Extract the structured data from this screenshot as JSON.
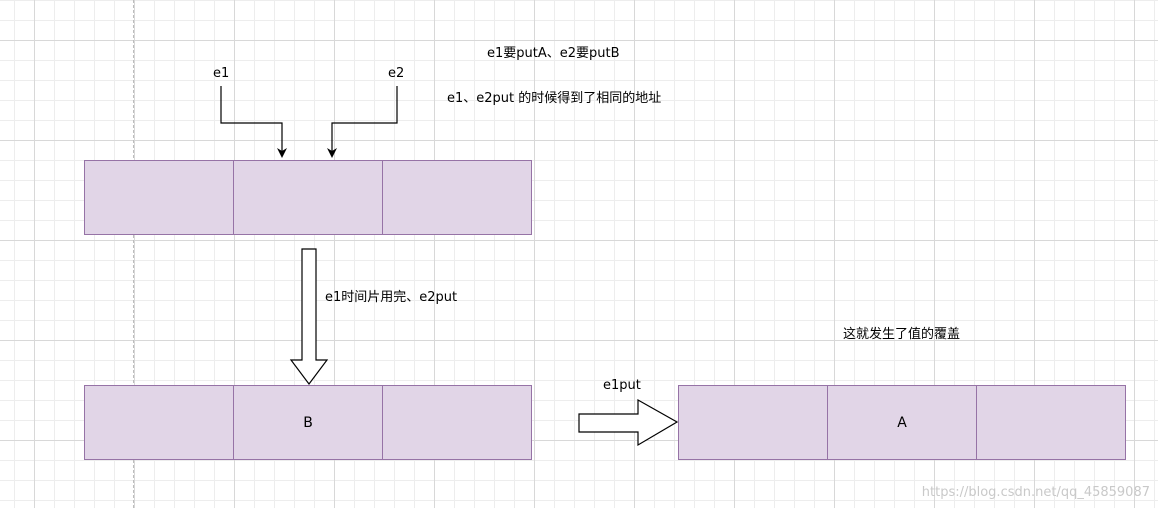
{
  "diagram": {
    "note_top": "e1要putA、e2要putB",
    "note_same_address": "e1、e2put 的时候得到了相同的地址",
    "label_e1": "e1",
    "label_e2": "e2",
    "step_label": "e1时间片用完、e2put",
    "arrow_label_e1put": "e1put",
    "result_note": "这就发生了值的覆盖",
    "array_initial": [
      "",
      "",
      ""
    ],
    "array_after_e2": [
      "",
      "B",
      ""
    ],
    "array_after_e1": [
      "",
      "A",
      ""
    ]
  },
  "colors": {
    "cell_fill": "#e1d5e7",
    "cell_border": "#9673a6"
  },
  "watermark": "https://blog.csdn.net/qq_45859087"
}
